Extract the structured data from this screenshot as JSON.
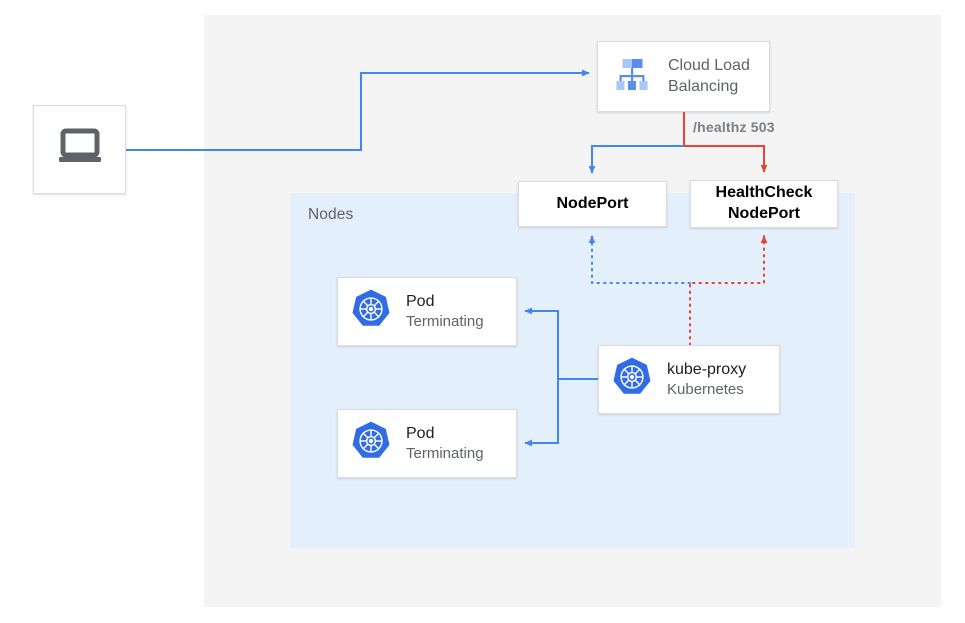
{
  "diagram": {
    "title_region": "kubernetes-loadbalancer-healthcheck-flow",
    "outer_container_name": "cloud-region",
    "nodes_group_label": "Nodes"
  },
  "colors": {
    "blue_line": "#4285f4",
    "red_line": "#ea4335",
    "nodes_panel_bg": "#e3f0fc",
    "outer_panel_bg": "#f4f4f4",
    "card_bg": "#ffffff",
    "card_border": "#dadce0",
    "text_primary": "#202124",
    "text_secondary": "#5f6368",
    "k8s_blue": "#326ce5",
    "icon_gray": "#5f6368"
  },
  "nodes": {
    "client": {
      "icon": "laptop-icon"
    },
    "cloud_load_balancing": {
      "icon": "cloud-load-balancing-icon",
      "label_line1": "Cloud Load",
      "label_line2": "Balancing"
    },
    "nodeport": {
      "label": "NodePort"
    },
    "healthcheck_nodeport": {
      "label_line1": "HealthCheck",
      "label_line2": "NodePort"
    },
    "pod1": {
      "icon": "kubernetes-icon",
      "title": "Pod",
      "subtitle": "Terminating"
    },
    "pod2": {
      "icon": "kubernetes-icon",
      "title": "Pod",
      "subtitle": "Terminating"
    },
    "kube_proxy": {
      "icon": "kubernetes-icon",
      "title": "kube-proxy",
      "subtitle": "Kubernetes"
    }
  },
  "edges": {
    "healthz_label": "/healthz 503",
    "client_to_lb": {
      "style": "solid",
      "color": "#4285f4"
    },
    "lb_to_nodeport": {
      "style": "solid",
      "color": "#4285f4"
    },
    "lb_to_healthcheck": {
      "style": "solid",
      "color": "#ea4335"
    },
    "kubeproxy_to_nodeport": {
      "style": "dotted",
      "color": "#4285f4"
    },
    "kubeproxy_to_healthcheck": {
      "style": "dotted",
      "color": "#ea4335"
    },
    "kubeproxy_to_pod1": {
      "style": "solid",
      "color": "#4285f4"
    },
    "kubeproxy_to_pod2": {
      "style": "solid",
      "color": "#4285f4"
    }
  }
}
